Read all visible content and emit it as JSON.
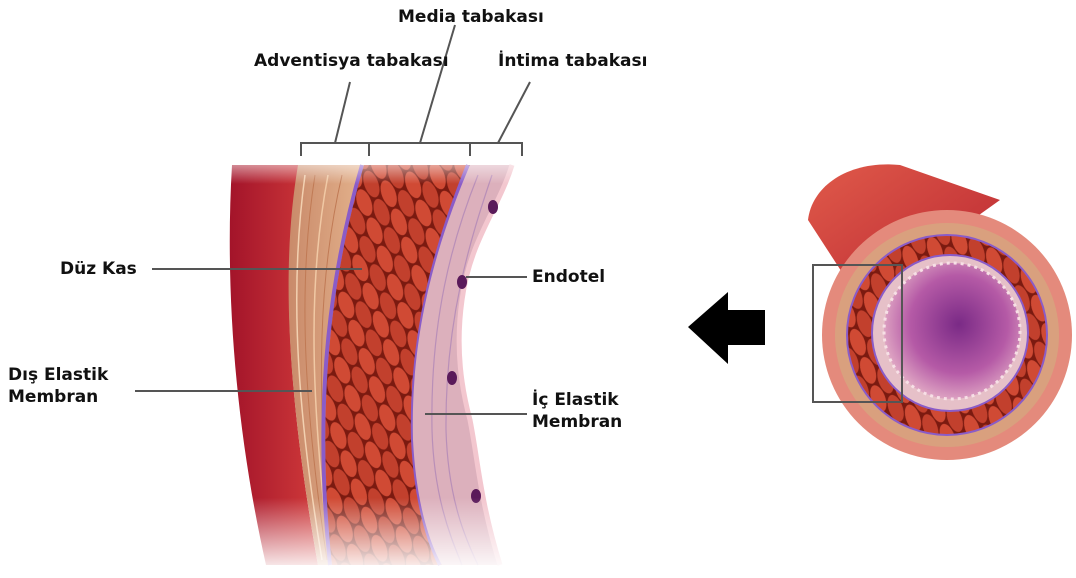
{
  "labels": {
    "media": "Media tabakası",
    "adventisya": "Adventisya tabakası",
    "intima": "İntima tabakası",
    "duz_kas": "Düz Kas",
    "endotel": "Endotel",
    "dis_elastik_line1": "Dış Elastik",
    "dis_elastik_line2": "Membran",
    "ic_elastik_line1": "İç Elastik",
    "ic_elastik_line2": "Membran"
  },
  "colors": {
    "outer_red": "#b8232e",
    "adventitia": "#d9a07a",
    "media_muscle": "#8e1f12",
    "media_highlight": "#d4553a",
    "elastic_membrane": "#8a5cc8",
    "intima": "#e4b7c0",
    "endothelium_nucleus": "#5a1a5a",
    "lumen": "#a0479a",
    "arrow": "#000000"
  },
  "icons": {
    "direction_arrow": "arrow-left-icon"
  }
}
